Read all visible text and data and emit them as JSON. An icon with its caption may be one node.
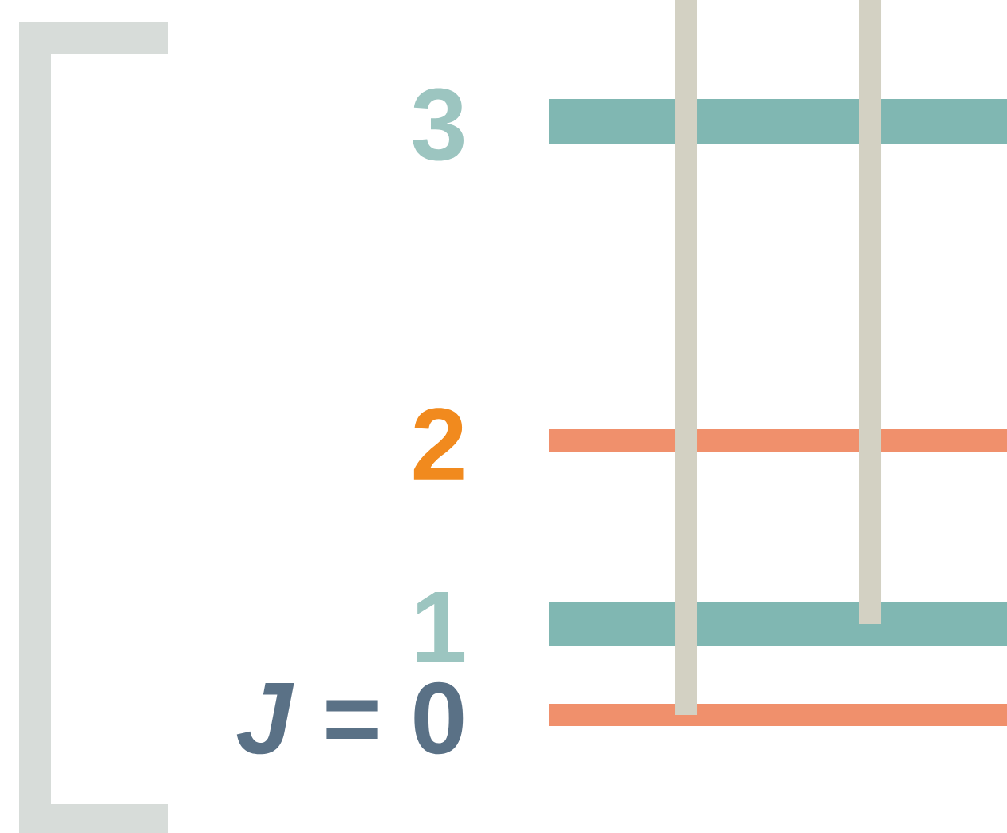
{
  "diagram": {
    "nodes": [
      {
        "text": [],
        "shape": "bar",
        "beside": [
          "3"
        ]
      },
      {
        "text": [],
        "shape": "bar",
        "beside": [
          "2"
        ]
      },
      {
        "text": [],
        "shape": "bar",
        "beside": [
          "1"
        ]
      },
      {
        "text": [],
        "shape": "bar",
        "beside": [
          "*J* = 0"
        ]
      }
    ],
    "edges": [
      {
        "from": null,
        "to": 3,
        "arrow": "none"
      },
      {
        "from": null,
        "to": 2,
        "arrow": "none"
      }
    ]
  }
}
